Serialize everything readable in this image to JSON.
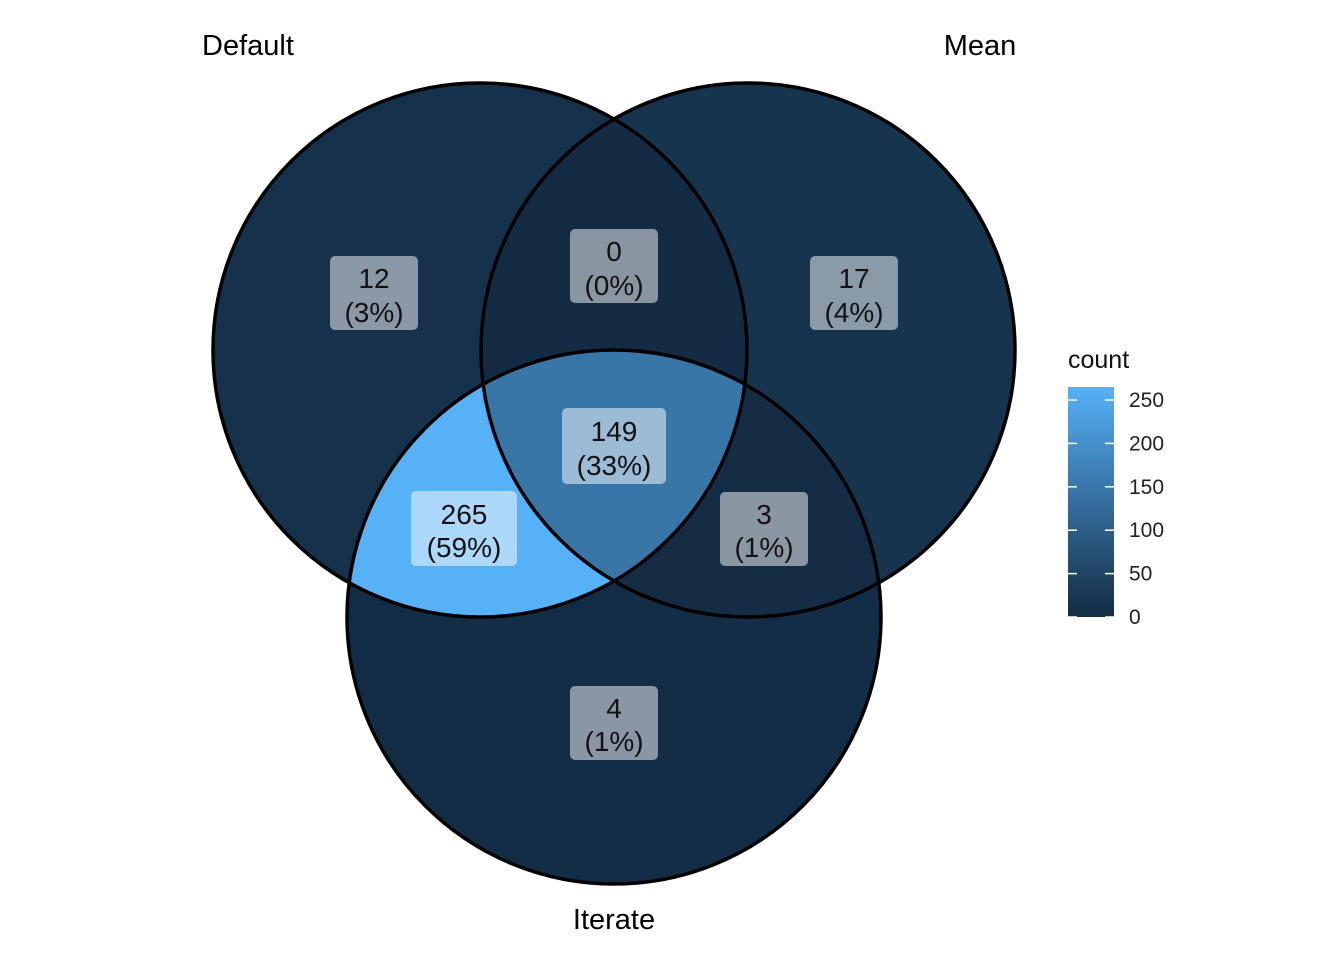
{
  "sets": [
    "Default",
    "Mean",
    "Iterate"
  ],
  "regions": [
    {
      "id": "default-only",
      "count": "12",
      "percent": "(3%)",
      "value": 12
    },
    {
      "id": "default-mean",
      "count": "0",
      "percent": "(0%)",
      "value": 0
    },
    {
      "id": "mean-only",
      "count": "17",
      "percent": "(4%)",
      "value": 17
    },
    {
      "id": "all-three",
      "count": "149",
      "percent": "(33%)",
      "value": 149
    },
    {
      "id": "default-iterate",
      "count": "265",
      "percent": "(59%)",
      "value": 265
    },
    {
      "id": "mean-iterate",
      "count": "3",
      "percent": "(1%)",
      "value": 3
    },
    {
      "id": "iterate-only",
      "count": "4",
      "percent": "(1%)",
      "value": 4
    }
  ],
  "legend": {
    "title": "count",
    "min": 0,
    "max": 265,
    "ticks": [
      "0",
      "50",
      "100",
      "150",
      "200",
      "250"
    ],
    "low_color": "#132B43",
    "high_color": "#56B1F7"
  }
}
